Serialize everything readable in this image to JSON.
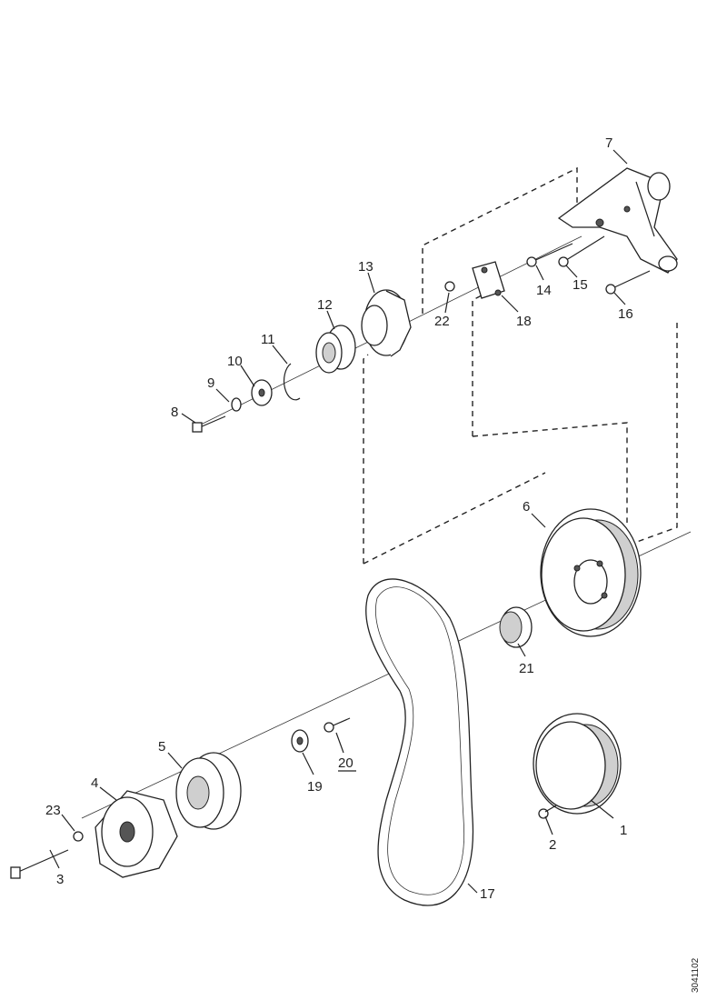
{
  "labels": {
    "p1": "1",
    "p2": "2",
    "p3": "3",
    "p4": "4",
    "p5": "5",
    "p6": "6",
    "p7": "7",
    "p8": "8",
    "p9": "9",
    "p10": "10",
    "p11": "11",
    "p12": "12",
    "p13": "13",
    "p14": "14",
    "p15": "15",
    "p16": "16",
    "p17": "17",
    "p18": "18",
    "p19": "19",
    "p20": "20",
    "p21": "21",
    "p22": "22",
    "p23": "23"
  },
  "drawing_code": "3041102"
}
